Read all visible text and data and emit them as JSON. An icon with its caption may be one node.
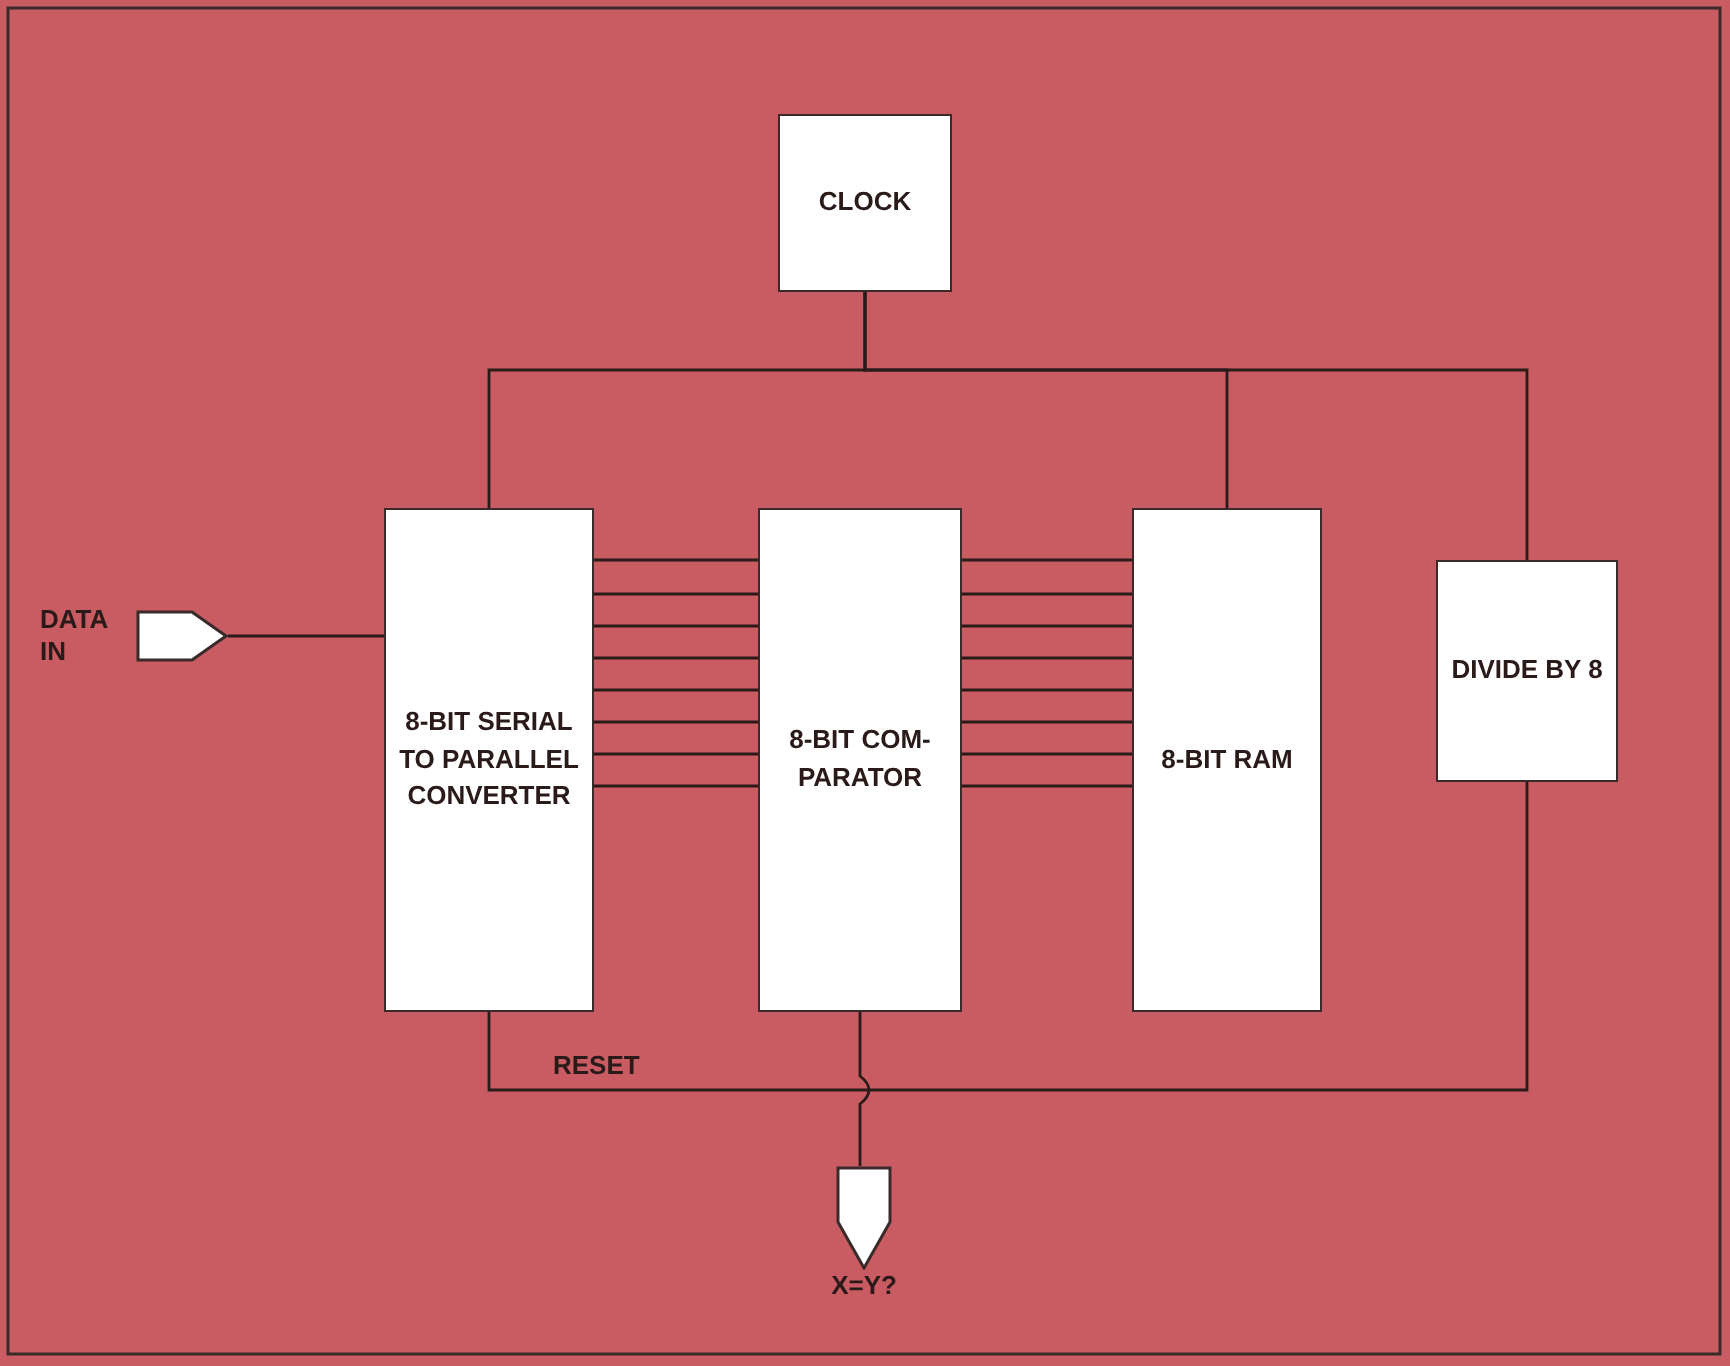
{
  "diagram": {
    "nodes": [
      {
        "text": [
          "CLOCK"
        ]
      },
      {
        "text": [
          "8-BIT SERIAL TO PARALLEL CONVERTER"
        ]
      },
      {
        "text": [
          "8-BIT COM- PARATOR"
        ]
      },
      {
        "text": [
          "8-BIT RAM"
        ]
      },
      {
        "text": [
          "DIVIDE BY 8"
        ]
      },
      {
        "text": [
          "DATA IN"
        ]
      },
      {
        "text": [
          "X=Y?"
        ]
      }
    ],
    "edges": [
      {
        "from": 0,
        "to": 1,
        "arrow": "none"
      },
      {
        "from": 0,
        "to": 3,
        "arrow": "none"
      },
      {
        "from": 0,
        "to": 4,
        "arrow": "none"
      },
      {
        "from": 5,
        "to": 1,
        "arrow": "none"
      },
      {
        "from": 1,
        "to": 2,
        "arrow": "none"
      },
      {
        "from": 1,
        "to": 2,
        "arrow": "none"
      },
      {
        "from": 1,
        "to": 2,
        "arrow": "none"
      },
      {
        "from": 1,
        "to": 2,
        "arrow": "none"
      },
      {
        "from": 1,
        "to": 2,
        "arrow": "none"
      },
      {
        "from": 1,
        "to": 2,
        "arrow": "none"
      },
      {
        "from": 1,
        "to": 2,
        "arrow": "none"
      },
      {
        "from": 1,
        "to": 2,
        "arrow": "none"
      },
      {
        "from": 2,
        "to": 3,
        "arrow": "none"
      },
      {
        "from": 2,
        "to": 3,
        "arrow": "none"
      },
      {
        "from": 2,
        "to": 3,
        "arrow": "none"
      },
      {
        "from": 2,
        "to": 3,
        "arrow": "none"
      },
      {
        "from": 2,
        "to": 3,
        "arrow": "none"
      },
      {
        "from": 2,
        "to": 3,
        "arrow": "none"
      },
      {
        "from": 2,
        "to": 3,
        "arrow": "none"
      },
      {
        "from": 2,
        "to": 3,
        "arrow": "none"
      },
      {
        "from": 2,
        "to": 6,
        "arrow": "none"
      },
      {
        "from": 4,
        "to": 1,
        "label": "RESET",
        "arrow": "none"
      }
    ]
  }
}
